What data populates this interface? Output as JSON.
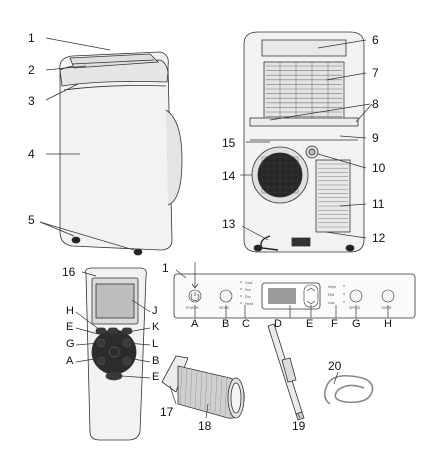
{
  "callouts": {
    "c1": "1",
    "c2": "2",
    "c3": "3",
    "c4": "4",
    "c5": "5",
    "c6": "6",
    "c7": "7",
    "c8": "8",
    "c9": "9",
    "c10": "10",
    "c11": "11",
    "c12": "12",
    "c13": "13",
    "c14": "14",
    "c15": "15",
    "c16": "16",
    "c17": "17",
    "c18": "18",
    "c19": "19",
    "c20": "20"
  },
  "panel": {
    "label_number": "1",
    "letters": {
      "A": "A",
      "B": "B",
      "C": "C",
      "D": "D",
      "E": "E",
      "F": "F",
      "G": "G",
      "H": "H"
    },
    "modes": [
      "Cool",
      "Fan",
      "Dry",
      "Heat"
    ],
    "speeds": [
      "High",
      "Mid",
      "Low"
    ],
    "captions": {
      "power": "POWER",
      "mode": "MODE",
      "speed": "SPEED",
      "timer": "TIMER"
    }
  },
  "remote": {
    "letters": {
      "H": "H",
      "E": "E",
      "G": "G",
      "A": "A",
      "J": "J",
      "K": "K",
      "L": "L",
      "B": "B",
      "E2": "E"
    }
  },
  "colors": {
    "outline": "#333333",
    "body_fill": "#f1f1f1",
    "shade": "#dcdcdc",
    "dark": "#262626"
  }
}
